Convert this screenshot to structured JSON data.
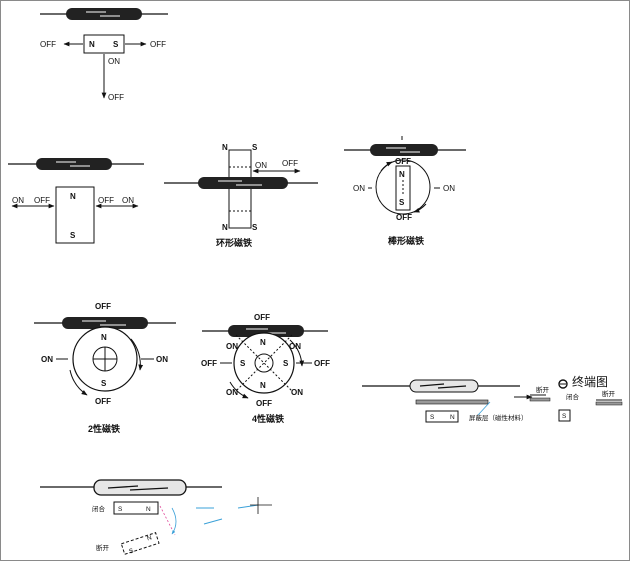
{
  "colors": {
    "line": "#111111",
    "accent_blue": "#3aa0d8",
    "pink": "#e04a9a",
    "frame": "#8a8a8a"
  },
  "fig1": {
    "n": "N",
    "s": "S",
    "off_left": "OFF",
    "off_right": "OFF",
    "on": "ON",
    "off_bottom": "OFF"
  },
  "fig2": {
    "on_left": "ON",
    "off_left": "OFF",
    "off_right": "OFF",
    "on_right": "ON",
    "n": "N",
    "s": "S"
  },
  "ring": {
    "n": "N",
    "s": "S",
    "on": "ON",
    "off": "OFF",
    "caption": "环形磁铁"
  },
  "bar": {
    "off_top": "OFF",
    "n": "N",
    "s": "S",
    "on_left": "ON",
    "on_right": "ON",
    "off_bottom": "OFF",
    "caption": "棒形磁铁"
  },
  "two_pole": {
    "off_top": "OFF",
    "n": "N",
    "s": "S",
    "on_left": "ON",
    "on_right": "ON",
    "off_bottom": "OFF",
    "caption": "2性磁铁"
  },
  "four_pole": {
    "off_top": "OFF",
    "off_left": "OFF",
    "off_right": "OFF",
    "off_bottom": "OFF",
    "on_left": "ON",
    "on_right": "ON",
    "on_bottom_left": "ON",
    "on_bottom_right": "ON",
    "n_top": "N",
    "n_bottom": "N",
    "s_left": "S",
    "s_right": "S",
    "caption": "4性磁铁"
  },
  "shield": {
    "title": "终端图",
    "open": "断开",
    "close": "闭合",
    "layer": "屏蔽层（磁性材料）",
    "s": "S",
    "n": "N",
    "box_s": "S",
    "open2": "断开"
  },
  "bottom": {
    "close": "闭合",
    "s": "S",
    "n": "N",
    "open": "断开",
    "s2": "S",
    "n2": "N"
  }
}
